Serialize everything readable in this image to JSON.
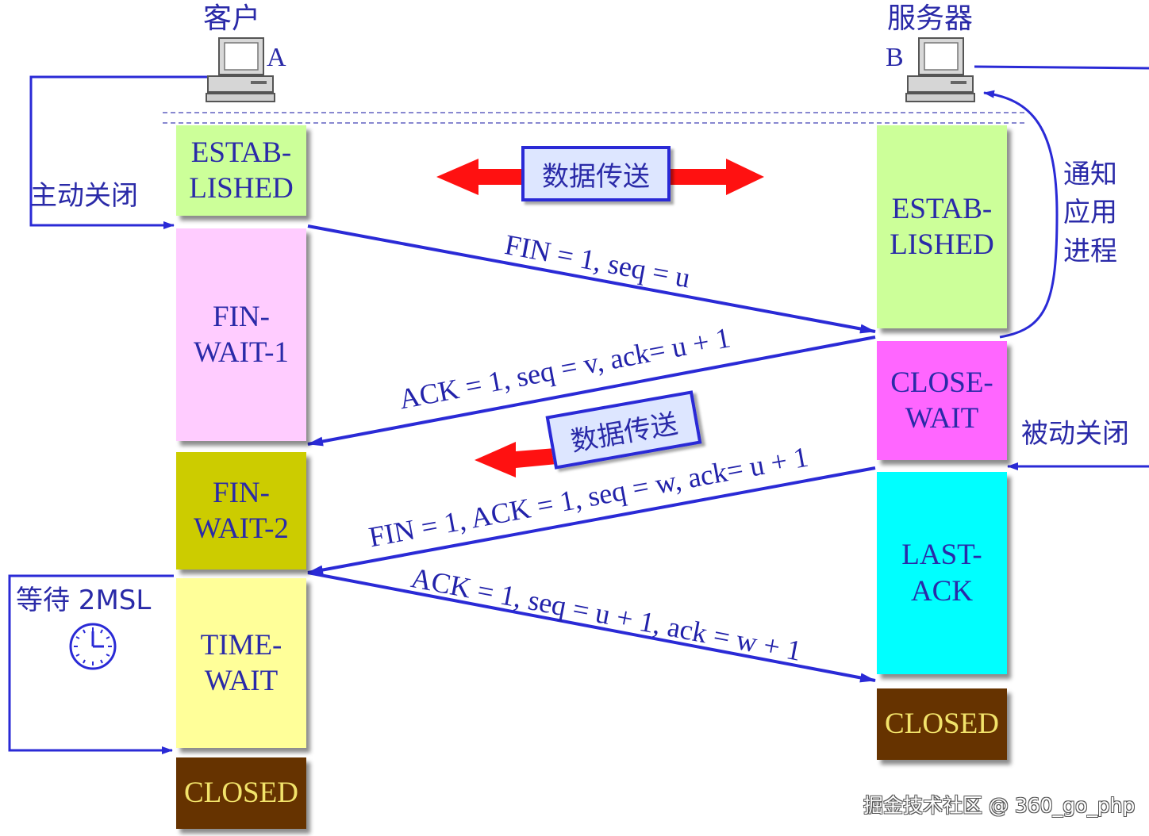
{
  "hosts": {
    "client_label": "客户",
    "client_letter": "A",
    "server_label": "服务器",
    "server_letter": "B"
  },
  "client_states": [
    {
      "id": "established",
      "label": "ESTAB-\nLISHED",
      "color": "#ccff99"
    },
    {
      "id": "fin-wait-1",
      "label": "FIN-\nWAIT-1",
      "color": "#ffccff"
    },
    {
      "id": "fin-wait-2",
      "label": "FIN-\nWAIT-2",
      "color": "#cccc00"
    },
    {
      "id": "time-wait",
      "label": "TIME-\nWAIT",
      "color": "#ffff99"
    },
    {
      "id": "closed",
      "label": "CLOSED",
      "color": "#663300"
    }
  ],
  "server_states": [
    {
      "id": "established",
      "label": "ESTAB-\nLISHED",
      "color": "#ccff99"
    },
    {
      "id": "close-wait",
      "label": "CLOSE-\nWAIT",
      "color": "#ff66ff"
    },
    {
      "id": "last-ack",
      "label": "LAST-\nACK",
      "color": "#00ffff"
    },
    {
      "id": "closed",
      "label": "CLOSED",
      "color": "#663300"
    }
  ],
  "messages": [
    {
      "id": "fin",
      "label": "FIN = 1, seq = u"
    },
    {
      "id": "ack1",
      "label": "ACK = 1, seq = v, ack= u + 1"
    },
    {
      "id": "fin-ack",
      "label": "FIN = 1, ACK = 1, seq = w, ack= u + 1"
    },
    {
      "id": "ack2",
      "label": "ACK = 1, seq = u + 1, ack = w + 1"
    }
  ],
  "annotations": {
    "active_close": "主动关闭",
    "passive_close": "被动关闭",
    "notify_app": "通知\n应用\n进程",
    "wait_2msl": "等待  2MSL",
    "data_transfer_1": "数据传送",
    "data_transfer_2": "数据传送"
  },
  "watermark": "掘金技术社区 @ 360_go_php",
  "colors": {
    "line": "#2a2ad6",
    "data_arrow": "#ff0000",
    "text": "#2a2aa8"
  }
}
